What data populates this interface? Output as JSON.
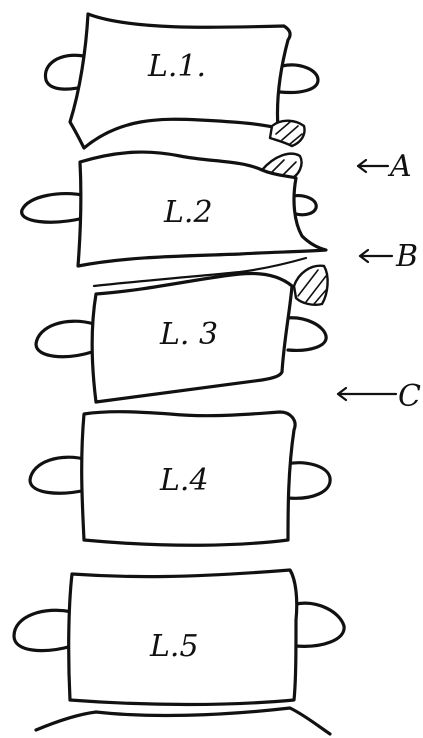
{
  "vertebrae": [
    {
      "label": "L.1."
    },
    {
      "label": "L.2"
    },
    {
      "label": "L. 3"
    },
    {
      "label": "L.4"
    },
    {
      "label": "L.5"
    }
  ],
  "markers": [
    {
      "letter": "A"
    },
    {
      "letter": "B"
    },
    {
      "letter": "C"
    }
  ]
}
